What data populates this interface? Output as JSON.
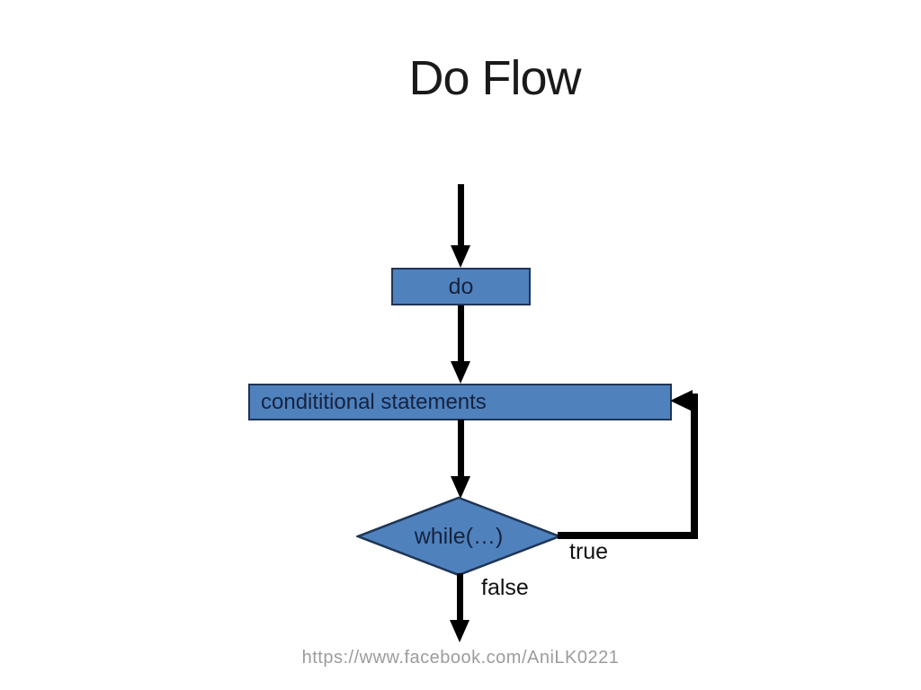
{
  "slide": {
    "title": "Do Flow",
    "watermark_url": "https://www.facebook.com/AniLK0221"
  },
  "flowchart": {
    "nodes": [
      {
        "id": "do",
        "type": "process",
        "label": "do"
      },
      {
        "id": "conditional",
        "type": "process",
        "label": "condititional statements"
      },
      {
        "id": "while",
        "type": "decision",
        "label": "while(…)"
      }
    ],
    "edge_labels": {
      "loop_back": "true",
      "exit": "false"
    }
  },
  "colors": {
    "background": "#ffffff",
    "node_fill": "#4f81bd",
    "node_border": "#1f3556",
    "node_text": "#16233e",
    "arrow": "#000000",
    "title_text": "#1a1a1a",
    "edge_label_text": "#111111",
    "watermark_text": "#9c9c9c"
  }
}
